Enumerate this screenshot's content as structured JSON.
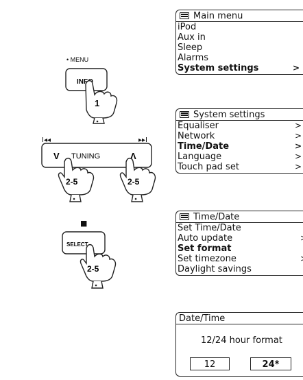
{
  "remote": {
    "menu_label": "• MENU",
    "info_label": "INFO",
    "tuning_label": "TUNING",
    "down_glyph": "V",
    "up_glyph": "Λ",
    "skip_back_glyph": "I◂◂",
    "skip_fwd_glyph": "▸▸I",
    "select_label": "SELECT",
    "stop_glyph": "■",
    "steps": {
      "info": "1",
      "tuning_left": "2-5",
      "tuning_right": "2-5",
      "select": "2-5"
    }
  },
  "screens": {
    "main_menu": {
      "title": "Main menu",
      "items": [
        {
          "label": "iPod",
          "bold": false,
          "arrow": ""
        },
        {
          "label": "Aux in",
          "bold": false,
          "arrow": ""
        },
        {
          "label": "Sleep",
          "bold": false,
          "arrow": ""
        },
        {
          "label": "Alarms",
          "bold": false,
          "arrow": ""
        },
        {
          "label": "System settings",
          "bold": true,
          "arrow": ">"
        }
      ]
    },
    "system_settings": {
      "title": "System settings",
      "items": [
        {
          "label": "Equaliser",
          "bold": false,
          "arrow": ">"
        },
        {
          "label": "Network",
          "bold": false,
          "arrow": ">"
        },
        {
          "label": "Time/Date",
          "bold": true,
          "arrow": ">"
        },
        {
          "label": "Language",
          "bold": false,
          "arrow": ">"
        },
        {
          "label": "Touch pad set",
          "bold": false,
          "arrow": ">"
        }
      ]
    },
    "time_date": {
      "title": "Time/Date",
      "items": [
        {
          "label": "Set Time/Date",
          "bold": false,
          "arrow": ""
        },
        {
          "label": "Auto update",
          "bold": false,
          "arrow": ">"
        },
        {
          "label": "Set format",
          "bold": true,
          "arrow": ""
        },
        {
          "label": "Set timezone",
          "bold": false,
          "arrow": ">"
        },
        {
          "label": "Daylight savings",
          "bold": false,
          "arrow": ""
        }
      ]
    },
    "date_time": {
      "title": "Date/Time",
      "prompt": "12/24 hour format",
      "option_12": "12",
      "option_24": "24*"
    }
  }
}
